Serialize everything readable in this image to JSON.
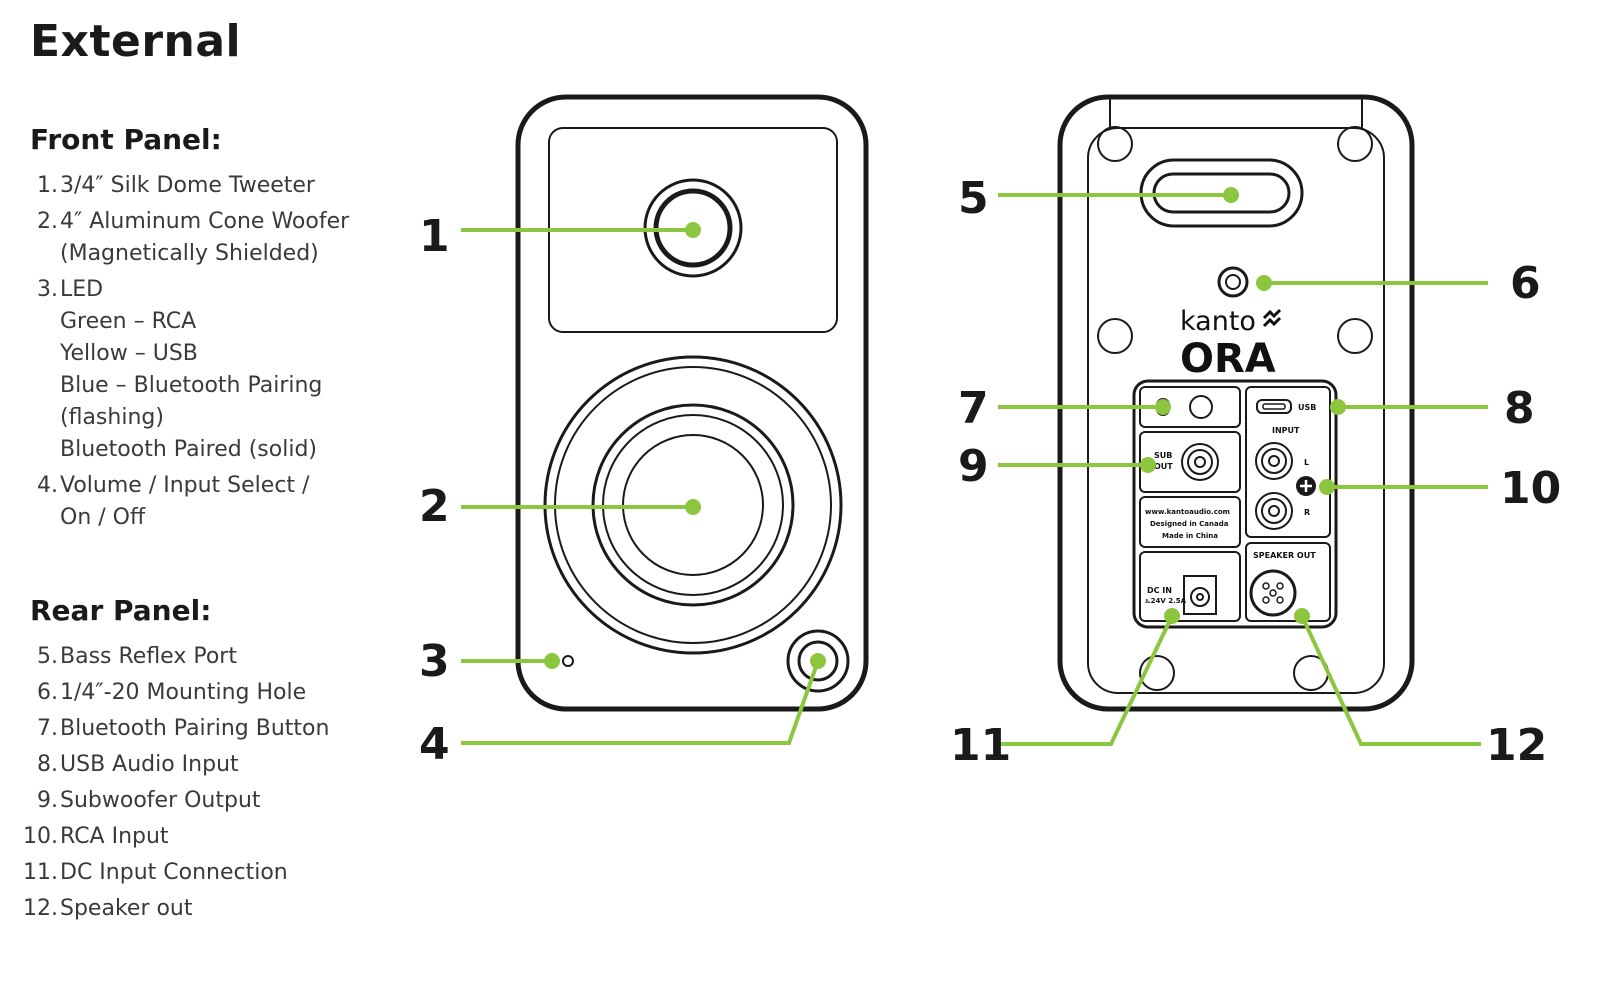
{
  "title": "External",
  "front_panel": {
    "heading": "Front Panel:",
    "items": [
      {
        "num": "1.",
        "lines": [
          "3/4″ Silk Dome Tweeter"
        ]
      },
      {
        "num": "2.",
        "lines": [
          "4″ Aluminum Cone Woofer",
          "(Magnetically Shielded)"
        ]
      },
      {
        "num": "3.",
        "lines": [
          "LED",
          "Green – RCA",
          "Yellow – USB",
          "Blue – Bluetooth Pairing",
          "(flashing)",
          "Bluetooth Paired (solid)"
        ]
      },
      {
        "num": "4.",
        "lines": [
          "Volume / Input Select /",
          "On / Off"
        ]
      }
    ]
  },
  "rear_panel": {
    "heading": "Rear Panel:",
    "items": [
      {
        "num": "5.",
        "lines": [
          "Bass Reflex Port"
        ]
      },
      {
        "num": "6.",
        "lines": [
          "1/4″-20 Mounting Hole"
        ]
      },
      {
        "num": "7.",
        "lines": [
          "Bluetooth Pairing Button"
        ]
      },
      {
        "num": "8.",
        "lines": [
          "USB Audio Input"
        ]
      },
      {
        "num": "9.",
        "lines": [
          "Subwoofer Output"
        ]
      },
      {
        "num": "10.",
        "lines": [
          "RCA Input"
        ]
      },
      {
        "num": "11.",
        "lines": [
          "DC Input Connection"
        ]
      },
      {
        "num": "12.",
        "lines": [
          "Speaker out"
        ]
      }
    ]
  },
  "callouts": [
    "1",
    "2",
    "3",
    "4",
    "5",
    "6",
    "7",
    "8",
    "9",
    "10",
    "11",
    "12"
  ],
  "rear_labels": {
    "brand": "kanto",
    "model": "ORA",
    "usb": "USB",
    "input": "INPUT",
    "l": "L",
    "r": "R",
    "sub_line1": "SUB",
    "sub_line2": "OUT",
    "website": "www.kantoaudio.com",
    "designed": "Designed in Canada",
    "made": "Made in China",
    "dc_in": "DC IN",
    "dc_rating": "⎁24V 2.5A",
    "speaker_out": "SPEAKER OUT"
  },
  "colors": {
    "leader": "#8cc63f",
    "outline": "#1a1a1a"
  }
}
